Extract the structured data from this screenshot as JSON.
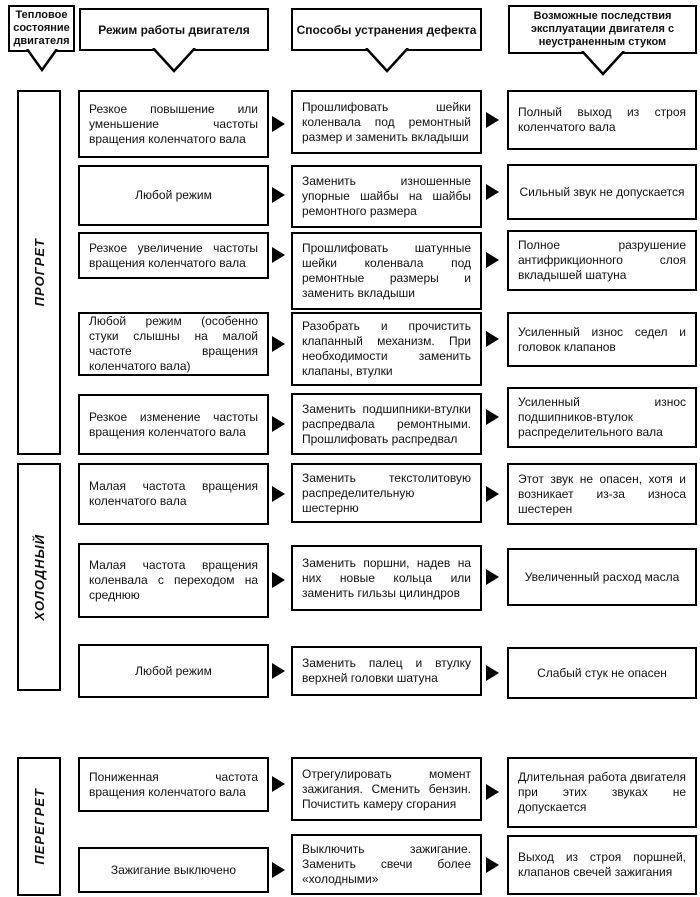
{
  "colors": {
    "border": "#000000",
    "background": "#ffffff",
    "text": "#111111"
  },
  "headers": [
    {
      "label": "Тепловое состояние двигателя"
    },
    {
      "label": "Режим работы двигателя"
    },
    {
      "label": "Способы устранения дефекта"
    },
    {
      "label": "Возможные последствия эксплуатации двигателя с неустраненным стуком"
    }
  ],
  "sections": [
    {
      "state": "ПРОГРЕТ"
    },
    {
      "state": "ХОЛОДНЫЙ"
    },
    {
      "state": "ПЕРЕГРЕТ"
    }
  ],
  "rows": [
    {
      "mode": "Резкое повышение или уменьшение частоты вращения коленчатого вала",
      "fix": "Прошлифовать шейки коленвала под ремонтный размер и заменить вкладыши",
      "consequence": "Полный выход из строя коленчатого вала"
    },
    {
      "mode": "Любой режим",
      "fix": "Заменить изношенные упорные шайбы на шайбы ремонтного размера",
      "consequence": "Сильный звук не допускается"
    },
    {
      "mode": "Резкое увеличение частоты вращения коленчатого вала",
      "fix": "Прошлифовать шатунные шейки коленвала под ремонтные размеры и заменить вкладыши",
      "consequence": "Полное разрушение антифрикционного слоя вкладышей шатуна"
    },
    {
      "mode": "Любой режим (особенно стуки слышны на малой частоте вращения коленчатого вала)",
      "fix": "Разобрать и прочистить клапанный механизм. При необходимости заменить клапаны, втулки",
      "consequence": "Усиленный износ седел и головок клапанов"
    },
    {
      "mode": "Резкое изменение частоты вращения коленчатого вала",
      "fix": "Заменить подшипники-втулки распредвала ремонтными. Прошлифовать распредвал",
      "consequence": "Усиленный износ подшипников-втулок распределительного вала"
    },
    {
      "mode": "Малая частота вращения коленчатого вала",
      "fix": "Заменить текстолитовую распределительную шестерню",
      "consequence": "Этот звук не опасен, хотя и возникает из-за износа шестерен"
    },
    {
      "mode": "Малая частота вращения коленвала с переходом на среднюю",
      "fix": "Заменить поршни, надев на них новые кольца или заменить гильзы цилиндров",
      "consequence": "Увеличенный расход масла"
    },
    {
      "mode": "Любой режим",
      "fix": "Заменить палец и втулку верхней головки шатуна",
      "consequence": "Слабый стук не опасен"
    },
    {
      "mode": "Пониженная частота вращения коленчатого вала",
      "fix": "Отрегулировать момент зажигания. Сменить бензин. Почистить камеру сгорания",
      "consequence": "Длительная работа двигателя при этих звуках не допускается"
    },
    {
      "mode": "Зажигание выключено",
      "fix": "Выключить зажигание. Заменить свечи более «холодными»",
      "consequence": "Выход из строя поршней, клапанов свечей зажигания"
    }
  ]
}
